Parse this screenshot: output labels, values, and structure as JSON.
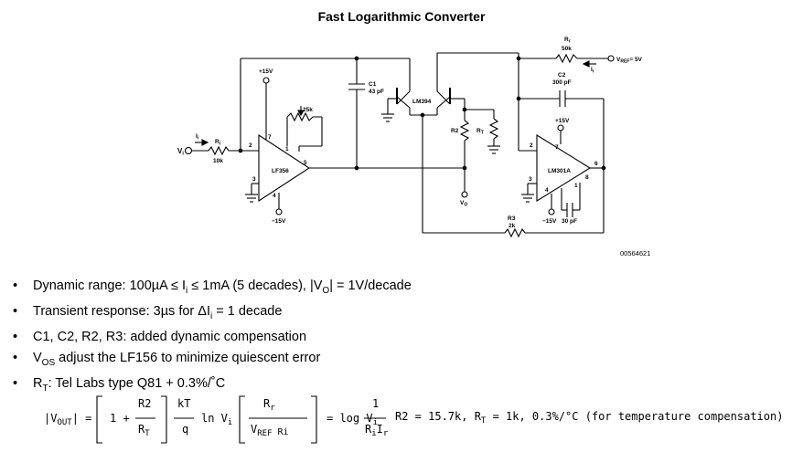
{
  "title": "Fast Logarithmic Converter",
  "figure_id": "00564621",
  "labels": {
    "vi": "V",
    "vi_sub": "i",
    "ii": "I",
    "ii_sub": "i",
    "ri": "R",
    "ri_sub": "i",
    "ri_value": "10k",
    "plus15_a": "+15V",
    "minus15_a": "−15V",
    "pot": "25k",
    "lf356": "LF356",
    "c1": "C1",
    "c1_value": "43 pF",
    "lm394": "LM394",
    "r2": "R2",
    "rt": "R",
    "rt_sub": "T",
    "vo": "V",
    "vo_sub": "O",
    "rr": "R",
    "rr_sub": "r",
    "rr_value": "50k",
    "vref": "V",
    "vref_sub": "REF",
    "vref_value": "= 5V",
    "ir": "I",
    "ir_sub": "r",
    "c2": "C2",
    "c2_value": "300 pF",
    "plus15_b": "+15V",
    "lm301a": "LM301A",
    "minus15_b": "−15V",
    "c30": "30 pF",
    "r3": "R3",
    "r3_value": "2k",
    "pin2a": "2",
    "pin3a": "3",
    "pin7a": "7",
    "pin1a": "1",
    "pin5a": "5",
    "pin4a": "4",
    "pin2b": "2",
    "pin3b": "3",
    "pin7b": "7",
    "pin6b": "6",
    "pin8b": "8",
    "pin1b": "1",
    "pin4b": "4"
  },
  "bullets": [
    {
      "pre": "Dynamic range: 100µA ≤ I",
      "sub": "i",
      "post": " ≤ 1mA (5 decades), |V",
      "sub2": "O",
      "post2": "| = 1V/decade"
    },
    {
      "pre": "Transient response: 3µs for ΔI",
      "sub": "i",
      "post": " = 1 decade",
      "sub2": "",
      "post2": ""
    },
    {
      "pre": "C1, C2, R2, R3: added dynamic compensation",
      "sub": "",
      "post": "",
      "sub2": "",
      "post2": ""
    },
    {
      "pre": "V",
      "sub": "OS",
      "post": " adjust the LF156 to minimize quiescent error",
      "sub2": "",
      "post2": ""
    },
    {
      "pre": "R",
      "sub": "T",
      "post": ": Tel Labs type Q81 + 0.3%/˚C",
      "sub2": "",
      "post2": ""
    }
  ],
  "formula": {
    "lhs": "|V",
    "lhs_sub": "OUT",
    "lhs_end": "| =",
    "one_plus": "1 +",
    "r2": "R2",
    "rt": "R",
    "rt_sub": "T",
    "kt": "kT",
    "q": "q",
    "ln_vi": "ln V",
    "ln_vi_sub": "i",
    "rr": "R",
    "rr_sub": "r",
    "vref_ri": "V",
    "vref_ri_sub": "REF",
    "ri": " Ri",
    "eq_log": "= log V",
    "eq_log_sub": "i",
    "one": "1",
    "ri_ir": "R",
    "ri_ir_sub1": "i",
    "ri_ir_mid": "I",
    "ri_ir_sub2": "r",
    "tail": "R2 = 15.7k, R",
    "tail_sub": "T",
    "tail_end": " = 1k, 0.3%/°C (for temperature compensation)"
  }
}
